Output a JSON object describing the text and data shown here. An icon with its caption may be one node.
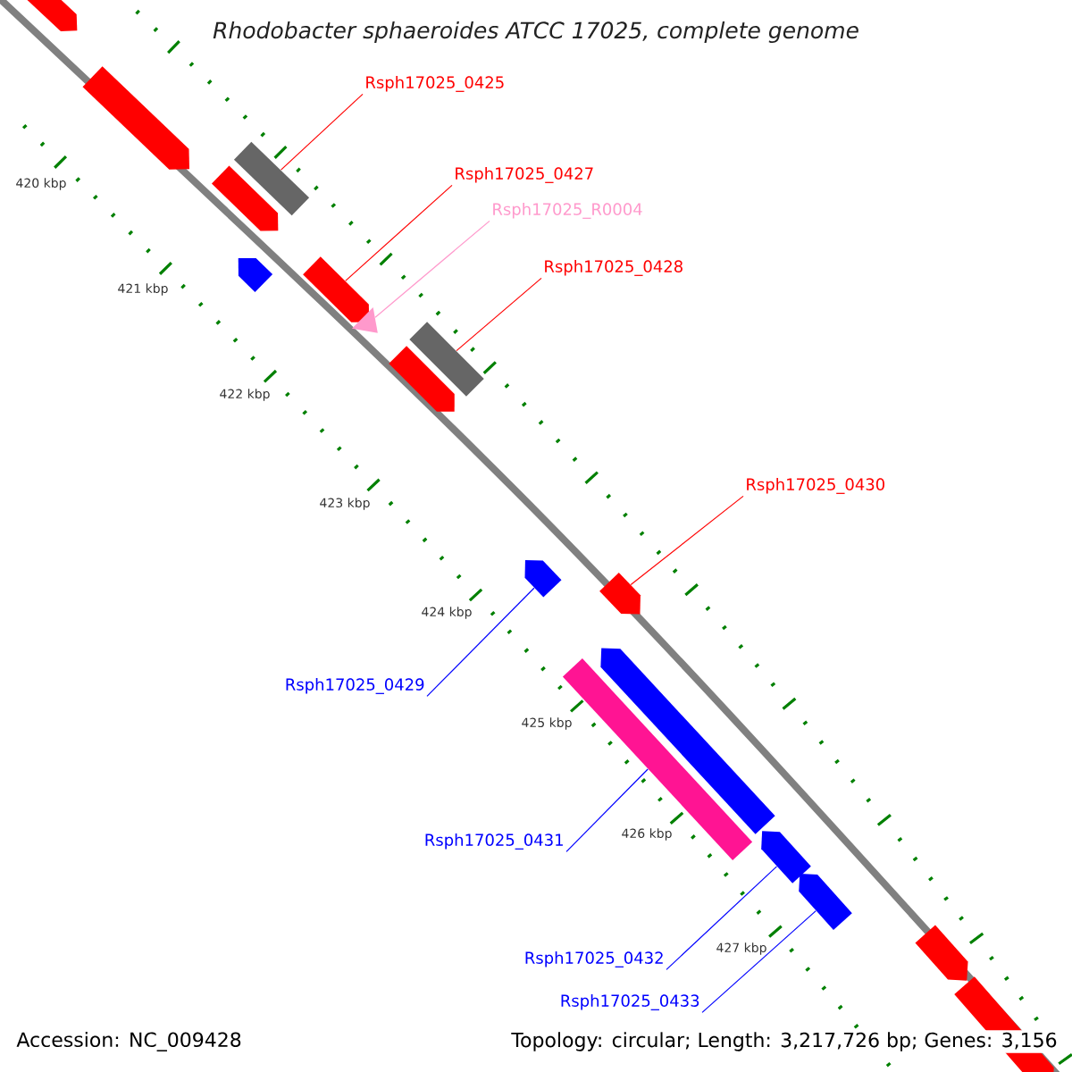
{
  "diagram": {
    "title": "Rhodobacter sphaeroides ATCC 17025, complete genome",
    "nodes": [
      {
        "text": [
          "Rsph17025_0425"
        ]
      },
      {
        "text": [],
        "shape": "box"
      },
      {
        "text": [
          "Rsph17025_0427"
        ]
      },
      {
        "text": [],
        "shape": "pentagon"
      },
      {
        "text": [
          "Rsph17025_R0004"
        ]
      },
      {
        "text": [],
        "shape": "triangle"
      },
      {
        "text": [
          "Rsph17025_0428"
        ]
      },
      {
        "text": [],
        "shape": "box"
      },
      {
        "text": [
          "Rsph17025_0430"
        ]
      },
      {
        "text": [],
        "shape": "pentagon"
      },
      {
        "text": [
          "Rsph17025_0429"
        ]
      },
      {
        "text": [],
        "shape": "pentagon"
      },
      {
        "text": [
          "Rsph17025_0431"
        ]
      },
      {
        "text": [],
        "shape": "box"
      },
      {
        "text": [
          "Rsph17025_0432"
        ]
      },
      {
        "text": [],
        "shape": "pentagon"
      },
      {
        "text": [
          "Rsph17025_0433"
        ]
      },
      {
        "text": [],
        "shape": "pentagon"
      },
      {
        "text": [],
        "shape": "pentagon"
      },
      {
        "text": [],
        "shape": "pentagon"
      },
      {
        "text": [],
        "shape": "pentagon"
      },
      {
        "text": [],
        "shape": "pentagon"
      },
      {
        "text": [],
        "shape": "pentagon"
      },
      {
        "text": [],
        "shape": "pentagon"
      },
      {
        "text": [],
        "shape": "pentagon"
      },
      {
        "text": [],
        "shape": "pentagon"
      }
    ],
    "edges": [
      {
        "from": 0,
        "to": 1,
        "arrow": "none"
      },
      {
        "from": 2,
        "to": 3,
        "arrow": "none"
      },
      {
        "from": 4,
        "to": 5,
        "arrow": "none",
        "color": "#ff99cc"
      },
      {
        "from": 6,
        "to": 7,
        "arrow": "none"
      },
      {
        "from": 8,
        "to": 9,
        "arrow": "none"
      },
      {
        "from": 10,
        "to": 11,
        "arrow": "none",
        "color": "#0000ff"
      },
      {
        "from": 12,
        "to": 13,
        "arrow": "none",
        "color": "#0000ff"
      },
      {
        "from": 14,
        "to": 15,
        "arrow": "none",
        "color": "#0000ff"
      },
      {
        "from": 16,
        "to": 17,
        "arrow": "none",
        "color": "#0000ff"
      }
    ],
    "labels": [
      "420 kbp",
      "421 kbp",
      "422 kbp",
      "423 kbp",
      "424 kbp",
      "425 kbp",
      "426 kbp",
      "427 kbp",
      "Accession: NC_009428",
      "Topology: circular; Length: 3,217,726 bp; Genes: 3,156"
    ]
  }
}
